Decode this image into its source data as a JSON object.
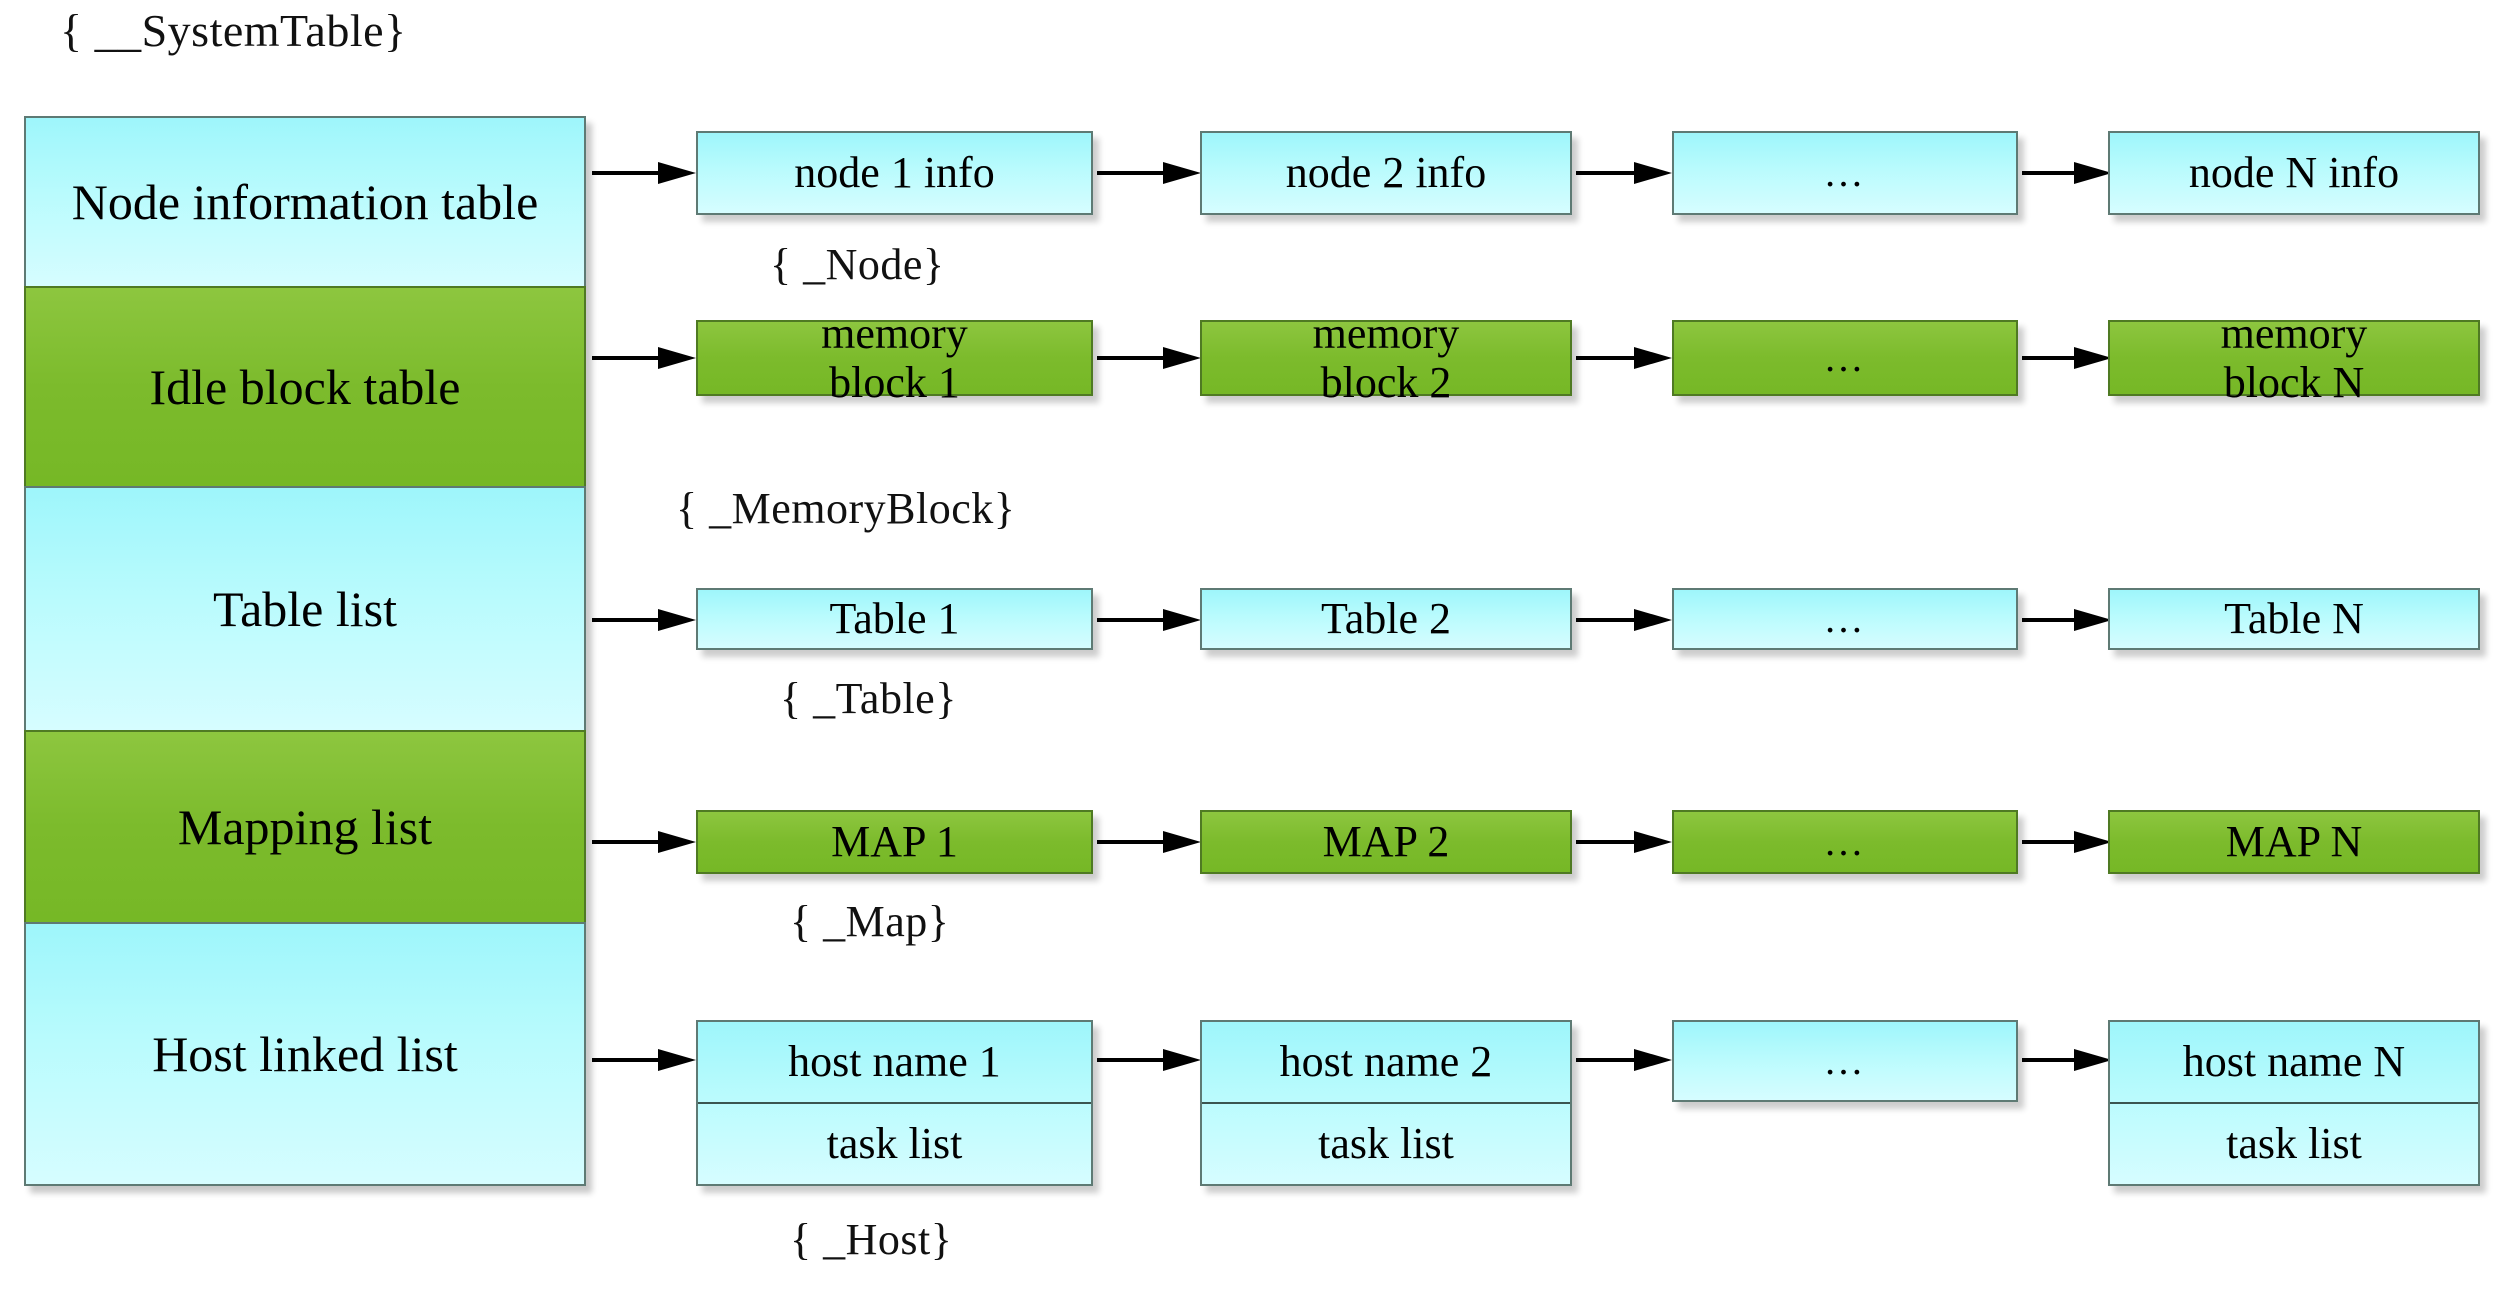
{
  "diagram": {
    "title_label": "{ __SystemTable}",
    "system_table": {
      "name": "system-table-column",
      "rows": [
        {
          "label": "Node information table",
          "color": "cyan"
        },
        {
          "label": "Idle block table",
          "color": "green"
        },
        {
          "label": "Table list",
          "color": "cyan"
        },
        {
          "label": "Mapping list",
          "color": "green"
        },
        {
          "label": "Host linked list",
          "color": "cyan"
        }
      ]
    },
    "chains": [
      {
        "name": "node-info-chain",
        "struct_label": "{ _Node}",
        "color": "cyan",
        "nodes": [
          {
            "lines": [
              "node 1 info"
            ]
          },
          {
            "lines": [
              "node 2 info"
            ]
          },
          {
            "lines": [
              "…"
            ],
            "ellipsis": true
          },
          {
            "lines": [
              "node N info"
            ]
          }
        ]
      },
      {
        "name": "memory-block-chain",
        "struct_label": "{ _MemoryBlock}",
        "color": "green",
        "nodes": [
          {
            "lines": [
              "memory",
              "block 1"
            ]
          },
          {
            "lines": [
              "memory",
              "block 2"
            ]
          },
          {
            "lines": [
              "…"
            ],
            "ellipsis": true
          },
          {
            "lines": [
              "memory",
              "block N"
            ]
          }
        ]
      },
      {
        "name": "table-chain",
        "struct_label": "{ _Table}",
        "color": "cyan",
        "nodes": [
          {
            "lines": [
              "Table 1"
            ]
          },
          {
            "lines": [
              "Table 2"
            ]
          },
          {
            "lines": [
              "…"
            ],
            "ellipsis": true
          },
          {
            "lines": [
              "Table N"
            ]
          }
        ]
      },
      {
        "name": "map-chain",
        "struct_label": "{ _Map}",
        "color": "green",
        "nodes": [
          {
            "lines": [
              "MAP 1"
            ]
          },
          {
            "lines": [
              "MAP 2"
            ]
          },
          {
            "lines": [
              "…"
            ],
            "ellipsis": true
          },
          {
            "lines": [
              "MAP N"
            ]
          }
        ]
      },
      {
        "name": "host-chain",
        "struct_label": "{ _Host}",
        "color": "cyan",
        "nodes": [
          {
            "lines": [
              "host name 1",
              "task list"
            ]
          },
          {
            "lines": [
              "host name 2",
              "task list"
            ]
          },
          {
            "lines": [
              "…"
            ],
            "ellipsis": true
          },
          {
            "lines": [
              "host name N",
              "task list"
            ]
          }
        ]
      }
    ],
    "colors": {
      "cyan_fill": "#b9fbfd",
      "green_fill": "#7cbb2c",
      "border": "#5e7a74",
      "arrow": "#000000",
      "background": "#ffffff"
    }
  }
}
